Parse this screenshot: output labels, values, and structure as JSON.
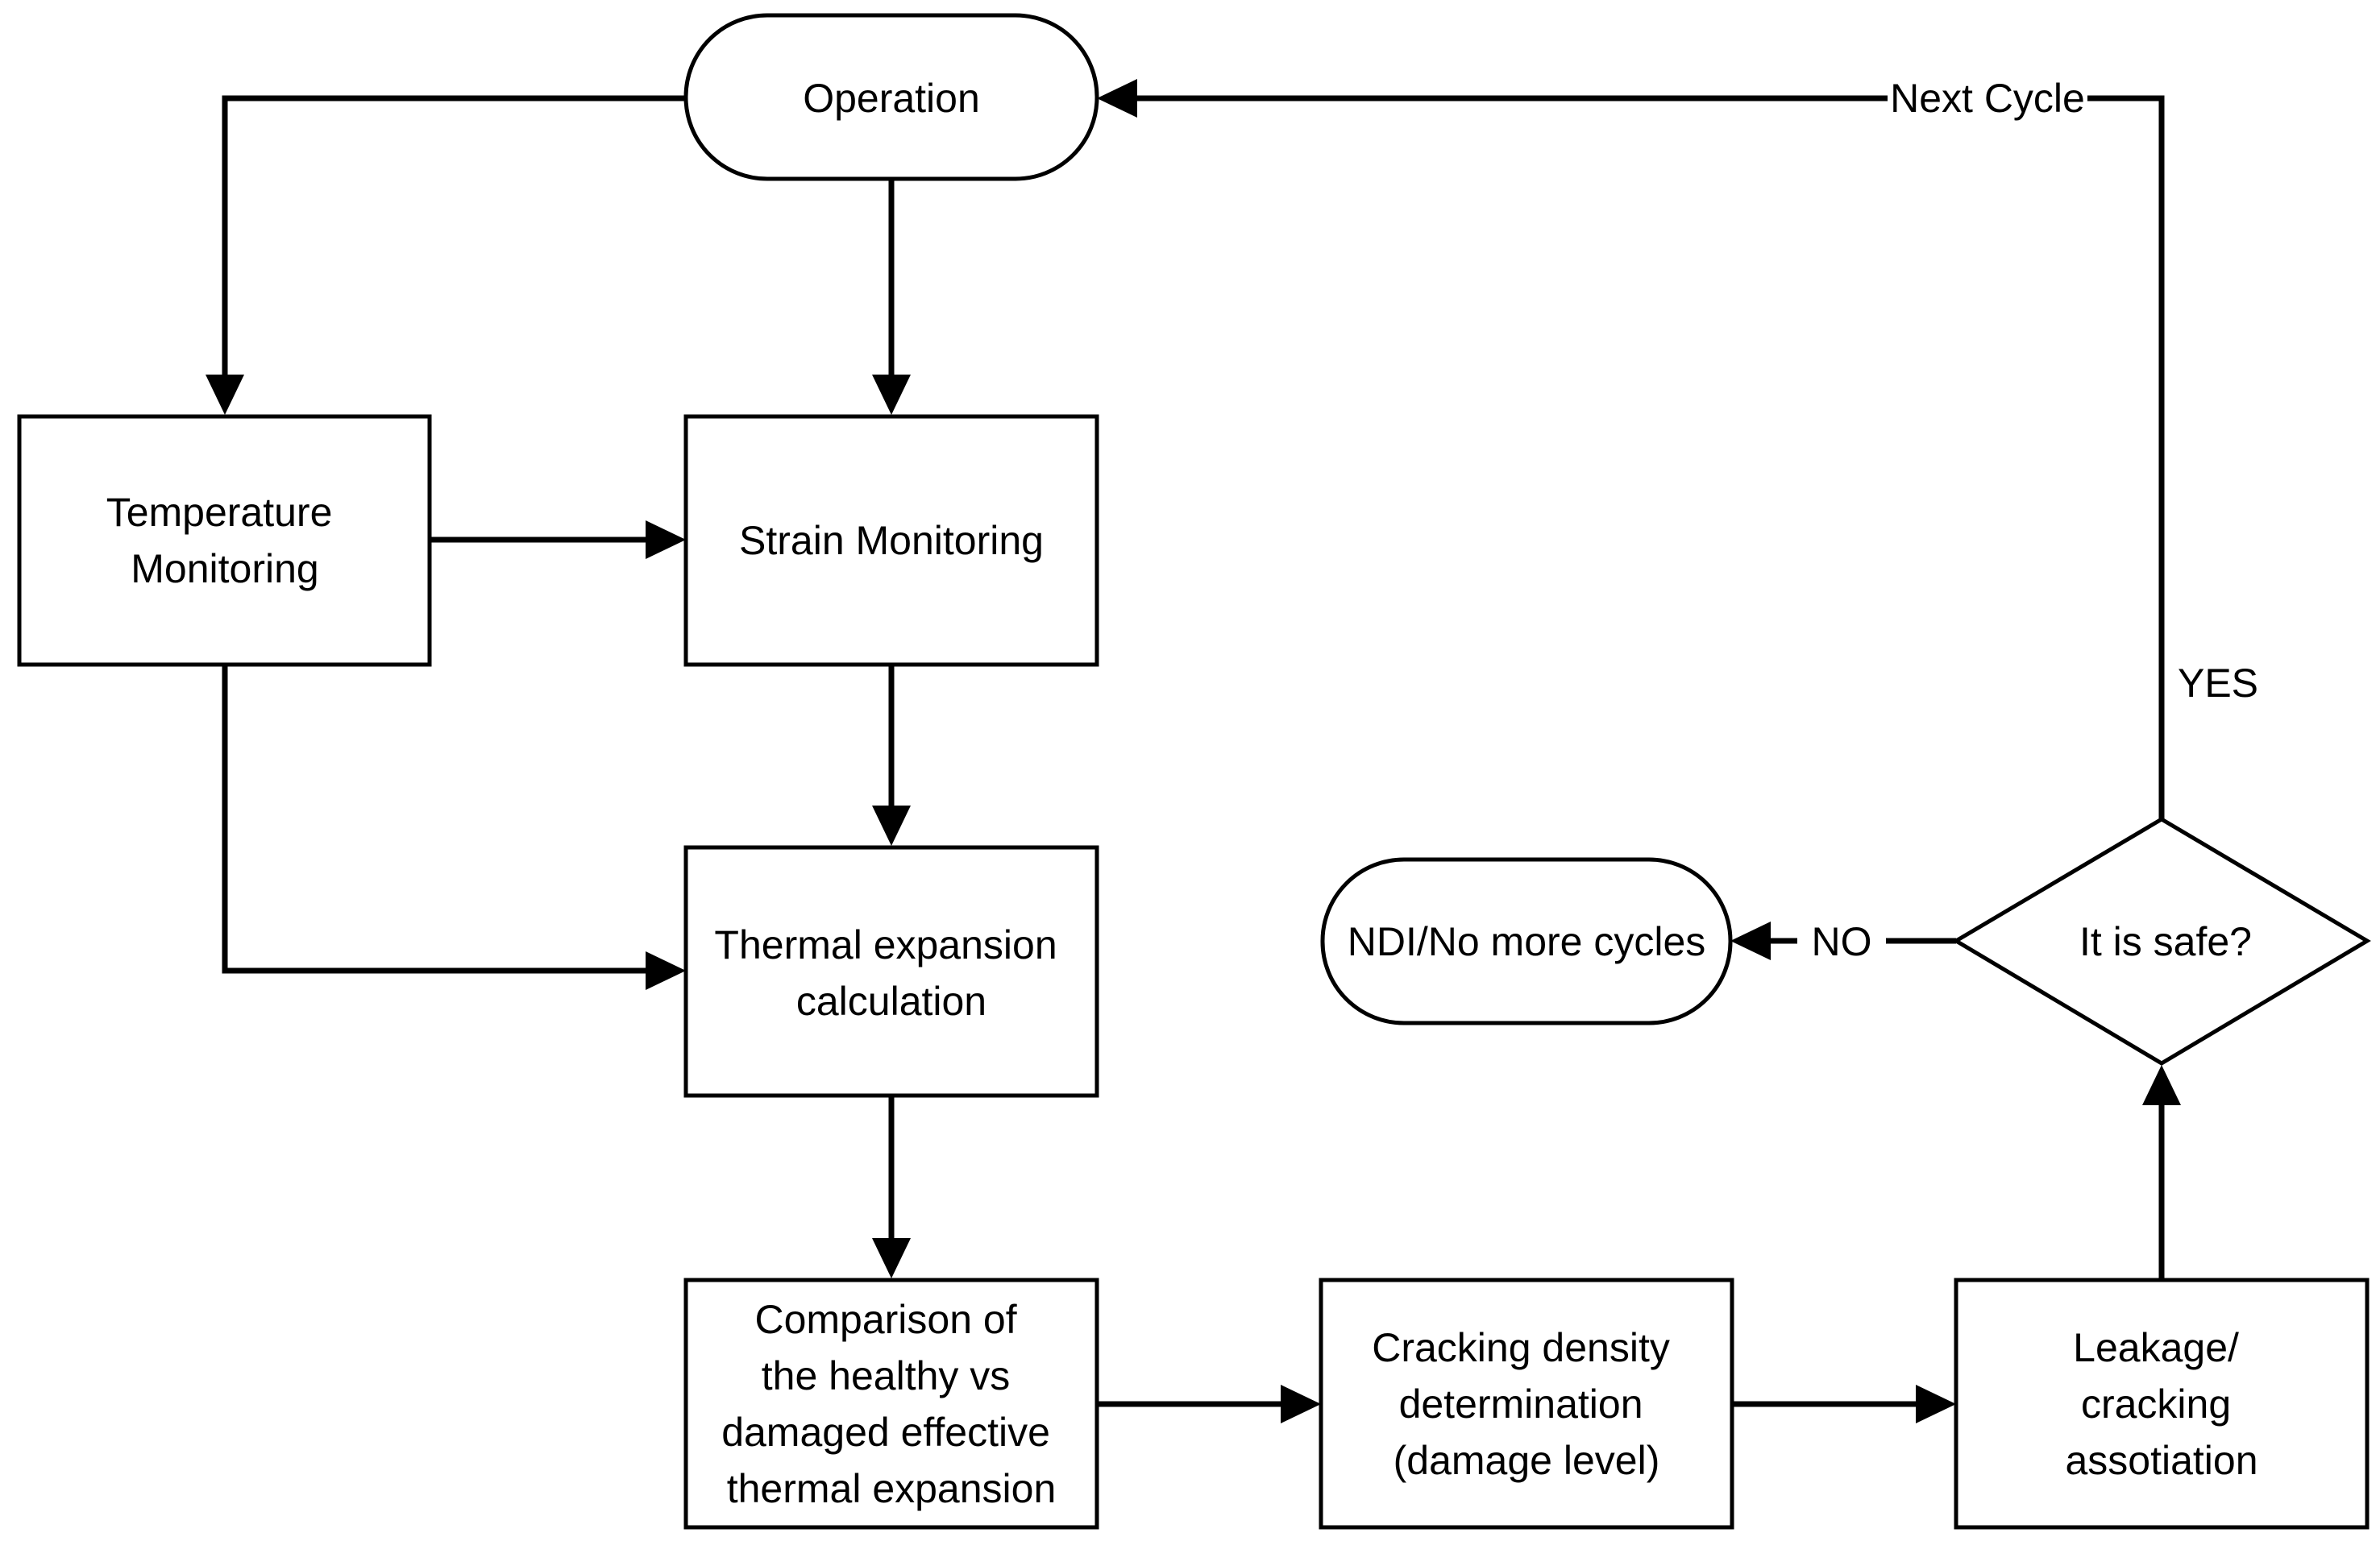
{
  "nodes": {
    "operation": {
      "lines": [
        "Operation"
      ]
    },
    "temperature_monitoring": {
      "lines": [
        "Temperature",
        "Monitoring"
      ]
    },
    "strain_monitoring": {
      "lines": [
        "Strain Monitoring"
      ]
    },
    "thermal_expansion": {
      "lines": [
        "Thermal expansion",
        "calculation"
      ]
    },
    "comparison": {
      "lines": [
        "Comparison of",
        "the healthy vs",
        "damaged effective",
        "thermal expansion"
      ]
    },
    "cracking_density": {
      "lines": [
        "Cracking density",
        "determination",
        "(damage level)"
      ]
    },
    "leakage": {
      "lines": [
        "Leakage/",
        "cracking",
        "assotiation"
      ]
    },
    "decision": {
      "lines": [
        "It is safe?"
      ]
    },
    "ndi": {
      "lines": [
        "NDI/No more cycles"
      ]
    }
  },
  "edge_labels": {
    "next_cycle": "Next Cycle",
    "yes": "YES",
    "no": "NO"
  }
}
